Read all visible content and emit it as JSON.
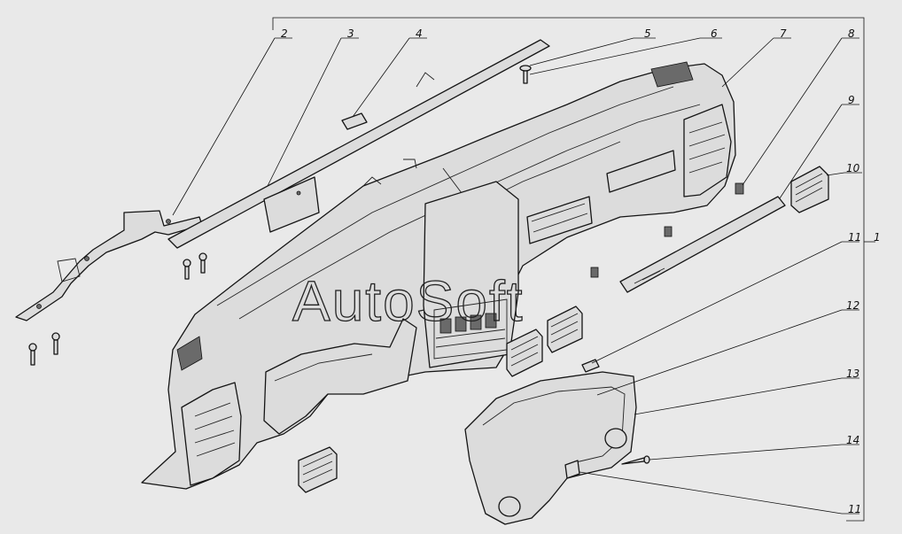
{
  "diagram": {
    "watermark": "AutoSoft",
    "callouts": [
      "1",
      "2",
      "3",
      "4",
      "5",
      "6",
      "7",
      "8",
      "9",
      "10",
      "11",
      "12",
      "13",
      "14",
      "11"
    ]
  },
  "colors": {
    "background": "#e9e9e9",
    "line": "#151515",
    "fill": "#dcdcdc"
  }
}
